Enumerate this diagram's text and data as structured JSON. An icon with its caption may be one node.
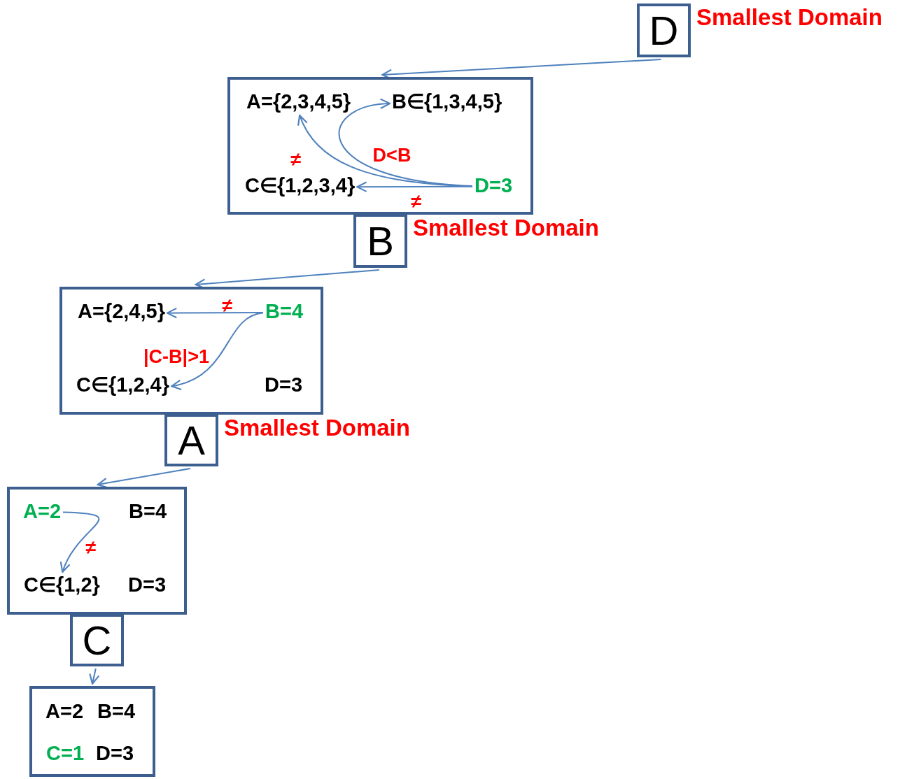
{
  "diagram": {
    "nodes": [
      {
        "text": [
          "D"
        ],
        "beside": [
          "Smallest Domain"
        ]
      },
      {
        "text": [],
        "shape": "box"
      },
      {
        "text": [
          "A={2,3,4,5}"
        ],
        "in": 1
      },
      {
        "text": [
          "B∈{1,3,4,5}"
        ],
        "in": 1
      },
      {
        "text": [
          "C∈{1,2,3,4}"
        ],
        "in": 1
      },
      {
        "text": [
          "D=3"
        ],
        "in": 1
      },
      {
        "text": [
          "B"
        ],
        "beside": [
          "Smallest Domain"
        ]
      },
      {
        "text": [],
        "shape": "box"
      },
      {
        "text": [
          "A={2,4,5}"
        ],
        "in": 7
      },
      {
        "text": [
          "B=4"
        ],
        "in": 7
      },
      {
        "text": [
          "C∈{1,2,4}"
        ],
        "in": 7
      },
      {
        "text": [
          "D=3"
        ],
        "in": 7
      },
      {
        "text": [
          "A"
        ],
        "beside": [
          "Smallest Domain"
        ]
      },
      {
        "text": [],
        "shape": "box"
      },
      {
        "text": [
          "A=2"
        ],
        "in": 13
      },
      {
        "text": [
          "B=4"
        ],
        "in": 13
      },
      {
        "text": [
          "C∈{1,2}"
        ],
        "in": 13
      },
      {
        "text": [
          "D=3"
        ],
        "in": 13
      },
      {
        "text": [
          "C"
        ]
      },
      {
        "text": [],
        "shape": "box"
      },
      {
        "text": [
          "A=2"
        ],
        "in": 19
      },
      {
        "text": [
          "B=4"
        ],
        "in": 19
      },
      {
        "text": [
          "C=1"
        ],
        "in": 19
      },
      {
        "text": [
          "D=3"
        ],
        "in": 19
      }
    ],
    "edges": [
      {
        "from": 0,
        "to": 1,
        "arrow": "to"
      },
      {
        "from": 5,
        "to": 2,
        "arrow": "to",
        "label": "≠"
      },
      {
        "from": 5,
        "to": 3,
        "arrow": "to",
        "label": "D<B"
      },
      {
        "from": 5,
        "to": 4,
        "arrow": "to",
        "label": "≠"
      },
      {
        "from": 6,
        "to": 7,
        "arrow": "to"
      },
      {
        "from": 9,
        "to": 8,
        "arrow": "to",
        "label": "≠"
      },
      {
        "from": 9,
        "to": 10,
        "arrow": "to",
        "label": "|C-B|>1"
      },
      {
        "from": 12,
        "to": 13,
        "arrow": "to"
      },
      {
        "from": 14,
        "to": 16,
        "arrow": "to",
        "label": "≠"
      },
      {
        "from": 18,
        "to": 19,
        "arrow": "to"
      }
    ]
  }
}
